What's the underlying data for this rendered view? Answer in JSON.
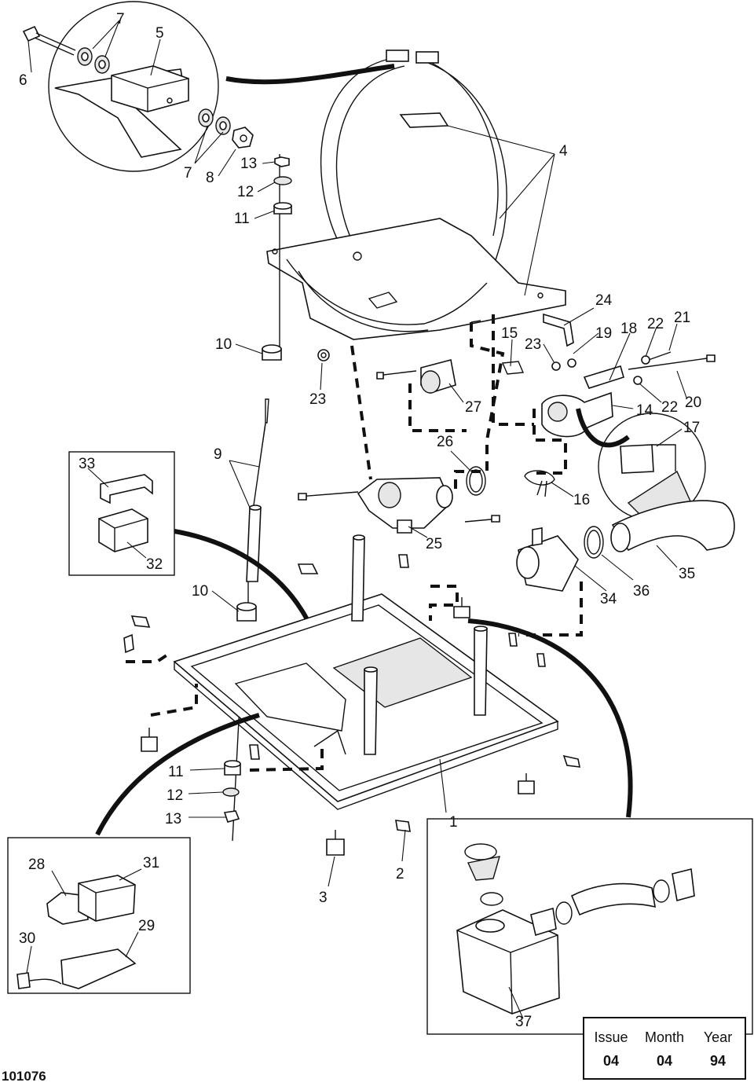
{
  "callouts": {
    "c1": "1",
    "c2": "2",
    "c3": "3",
    "c4": "4",
    "c5": "5",
    "c6": "6",
    "c7a": "7",
    "c7b": "7",
    "c8": "8",
    "c9": "9",
    "c10a": "10",
    "c10b": "10",
    "c11a": "11",
    "c11b": "11",
    "c12a": "12",
    "c12b": "12",
    "c13a": "13",
    "c13b": "13",
    "c14": "14",
    "c15": "15",
    "c16": "16",
    "c17": "17",
    "c18": "18",
    "c19": "19",
    "c20": "20",
    "c21": "21",
    "c22a": "22",
    "c22b": "22",
    "c23a": "23",
    "c23b": "23",
    "c24": "24",
    "c25": "25",
    "c26": "26",
    "c27": "27",
    "c28": "28",
    "c29": "29",
    "c30": "30",
    "c31": "31",
    "c32": "32",
    "c33": "33",
    "c34": "34",
    "c35": "35",
    "c36": "36",
    "c37": "37"
  },
  "issue_box": {
    "headers": [
      "Issue",
      "Month",
      "Year"
    ],
    "values": [
      "04",
      "04",
      "94"
    ]
  },
  "drawing_number": "101076"
}
